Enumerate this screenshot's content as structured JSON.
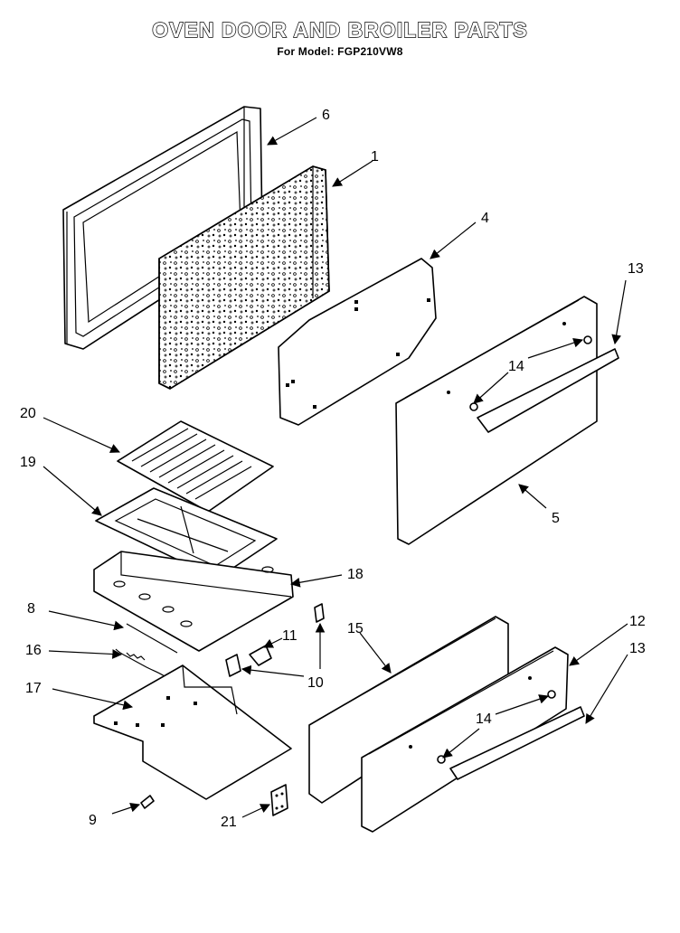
{
  "header": {
    "title": "OVEN DOOR AND BROILER PARTS",
    "subtitle": "For Model: FGP210VW8"
  },
  "callouts": {
    "c1": "1",
    "c4": "4",
    "c5": "5",
    "c6": "6",
    "c8": "8",
    "c9": "9",
    "c10": "10",
    "c11": "11",
    "c12": "12",
    "c13a": "13",
    "c13b": "13",
    "c14a": "14",
    "c14b": "14",
    "c15": "15",
    "c16": "16",
    "c17": "17",
    "c18": "18",
    "c19": "19",
    "c20": "20",
    "c21": "21"
  }
}
